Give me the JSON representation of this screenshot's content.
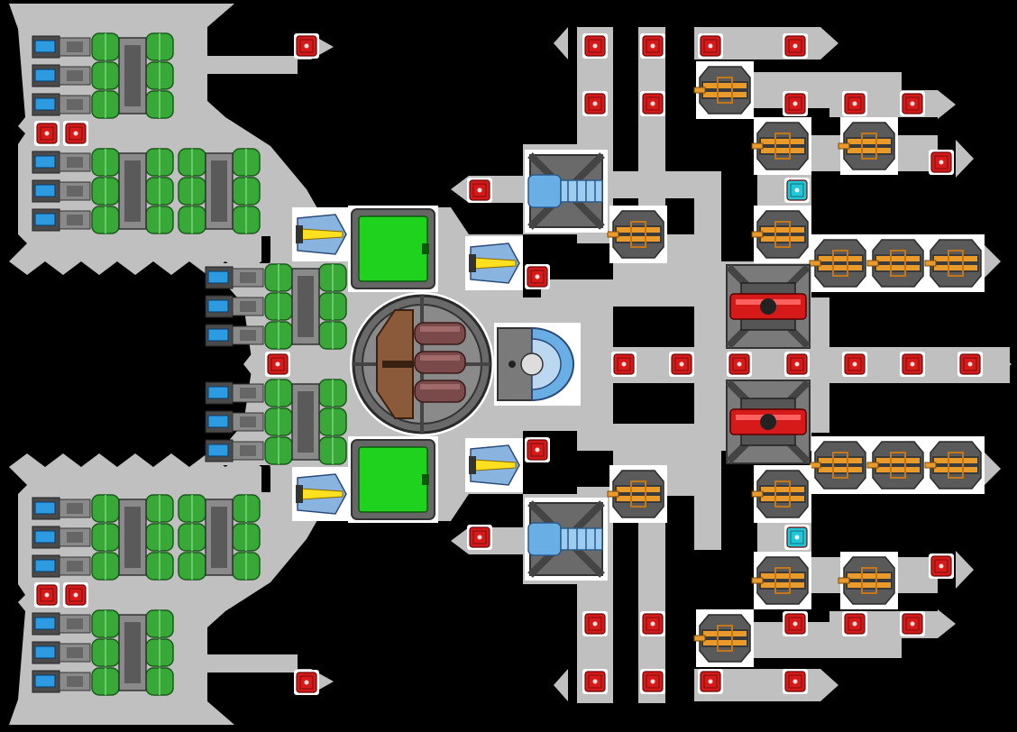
{
  "view": {
    "title": "",
    "background": "#000000",
    "hull_color": "#c0c0c0",
    "hull_edge": "#d8d8d8"
  },
  "colors": {
    "accent_red": "#d61a1a",
    "accent_cyan": "#22c6d6",
    "green_tank": "#38a838",
    "blue_cell": "#2d9be0",
    "orange_frame": "#e89a2a",
    "yellow_core": "#ffe020",
    "steel_blue": "#6aaee6",
    "bronze": "#8b5a3a"
  },
  "block_types": {
    "red_armor": {
      "name": "red-armor-block",
      "icon": "red-square-icon"
    },
    "cyan_armor": {
      "name": "cyan-armor-block",
      "icon": "cyan-square-icon"
    },
    "orange_turret": {
      "name": "orange-turret",
      "icon": "orange-cannon-icon"
    },
    "red_turret": {
      "name": "red-heavy-turret",
      "icon": "red-cannon-icon"
    },
    "blue_turret": {
      "name": "blue-laser-turret",
      "icon": "blue-cannon-icon"
    },
    "yellow_thruster": {
      "name": "yellow-thruster",
      "icon": "yellow-thruster-icon"
    },
    "green_screen": {
      "name": "green-console",
      "icon": "green-screen-icon"
    },
    "battery_bank": {
      "name": "battery-bank",
      "icon": "battery-icon"
    },
    "reactor_core": {
      "name": "reactor-core",
      "icon": "reactor-icon"
    },
    "dome": {
      "name": "sensor-dome",
      "icon": "dome-icon"
    }
  }
}
